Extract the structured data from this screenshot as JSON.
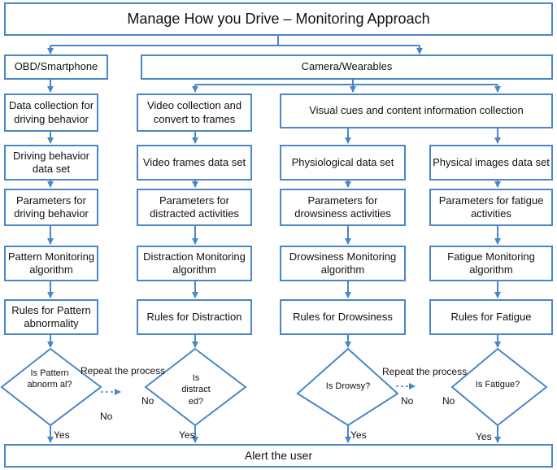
{
  "title": "Manage How you Drive – Monitoring Approach",
  "branches": {
    "obd": "OBD/Smartphone",
    "camera": "Camera/Wearables"
  },
  "col1": {
    "step1": "Data collection for driving behavior",
    "step2": "Driving behavior data set",
    "step3": "Parameters for driving behavior",
    "step4": "Pattern Monitoring algorithm",
    "step5": "Rules for Pattern abnormality",
    "decision": "Is Pattern abnorm al?"
  },
  "col2": {
    "step1": "Video collection and convert to frames",
    "step2": "Video frames data set",
    "step3": "Parameters for distracted activities",
    "step4": "Distraction Monitoring algorithm",
    "step5": "Rules for Distraction",
    "decision": "Is distract ed?"
  },
  "visual": "Visual cues and content information collection",
  "col3": {
    "step2": "Physiological data set",
    "step3": "Parameters for drowsiness activities",
    "step4": "Drowsiness Monitoring algorithm",
    "step5": "Rules for Drowsiness",
    "decision": "Is Drowsy?"
  },
  "col4": {
    "step2": "Physical images data set",
    "step3": "Parameters for fatigue activities",
    "step4": "Fatigue Monitoring algorithm",
    "step5": "Rules for Fatigue",
    "decision": "Is Fatigue?"
  },
  "labels": {
    "repeat_left": "Repeat the process",
    "repeat_right": "Repeat the process",
    "no_a": "No",
    "no_b": "No",
    "no_c": "No",
    "no_d": "No",
    "yes_1": "Yes",
    "yes_2": "Yes",
    "yes_3": "Yes",
    "yes_4": "Yes"
  },
  "alert": "Alert the user",
  "colors": {
    "border": "#4a86c8",
    "arrow": "#4a86c8",
    "text": "#111111"
  }
}
